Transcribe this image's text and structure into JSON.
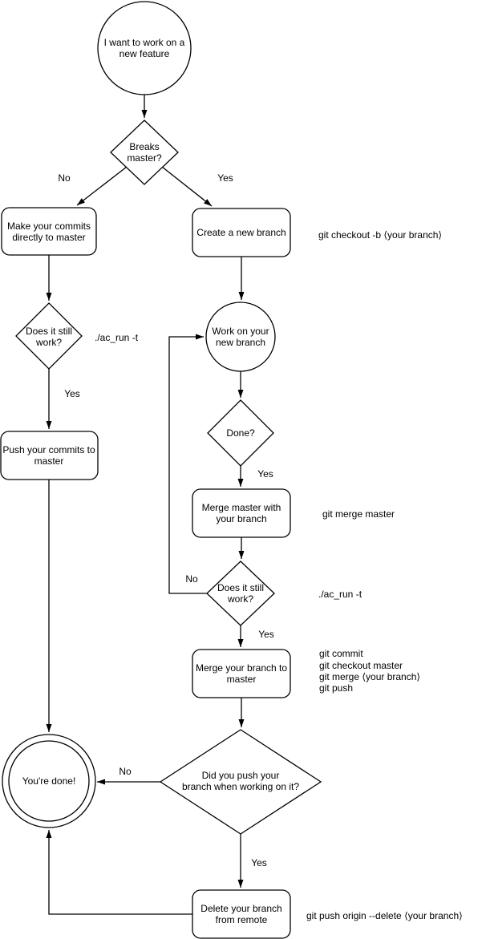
{
  "diagram": {
    "colors": {
      "stroke": "#000000",
      "background": "#ffffff",
      "text": "#000000"
    },
    "nodes": {
      "start": {
        "lines": [
          "I want to work on a",
          "new feature"
        ]
      },
      "breaks_master": {
        "lines": [
          "Breaks",
          "master?"
        ]
      },
      "make_commits": {
        "lines": [
          "Make your commits",
          "directly to master"
        ]
      },
      "create_branch": {
        "lines": [
          "Create a new branch"
        ]
      },
      "does_it_work_left": {
        "lines": [
          "Does it still",
          "work?"
        ]
      },
      "push_commits": {
        "lines": [
          "Push your commits to",
          "master"
        ]
      },
      "work_branch": {
        "lines": [
          "Work on your",
          "new branch"
        ]
      },
      "done": {
        "lines": [
          "Done?"
        ]
      },
      "merge_master_with_branch": {
        "lines": [
          "Merge master with",
          "your branch"
        ]
      },
      "does_it_work_right": {
        "lines": [
          "Does it still",
          "work?"
        ]
      },
      "merge_branch_to_master": {
        "lines": [
          "Merge your branch to",
          "master"
        ]
      },
      "did_you_push": {
        "lines": [
          "Did you push your",
          "branch when working on it?"
        ]
      },
      "youre_done": {
        "lines": [
          "You're done!"
        ]
      },
      "delete_branch": {
        "lines": [
          "Delete your branch",
          "from remote"
        ]
      }
    },
    "labels": {
      "no_breaks": "No",
      "yes_breaks": "Yes",
      "yes_still_works_left": "Yes",
      "yes_done": "Yes",
      "no_still_works_right": "No",
      "yes_still_works_right": "Yes",
      "no_did_push": "No",
      "yes_did_push": "Yes"
    },
    "annotations": {
      "checkout_branch": "git checkout -b ⟨your branch⟩",
      "ac_run_left": "./ac_run -t",
      "merge_master": "git merge master",
      "ac_run_right": "./ac_run -t",
      "merge_block": [
        "git commit",
        "git checkout master",
        "git merge ⟨your branch⟩",
        "git push"
      ],
      "delete_remote": "git push origin --delete ⟨your branch⟩"
    }
  }
}
